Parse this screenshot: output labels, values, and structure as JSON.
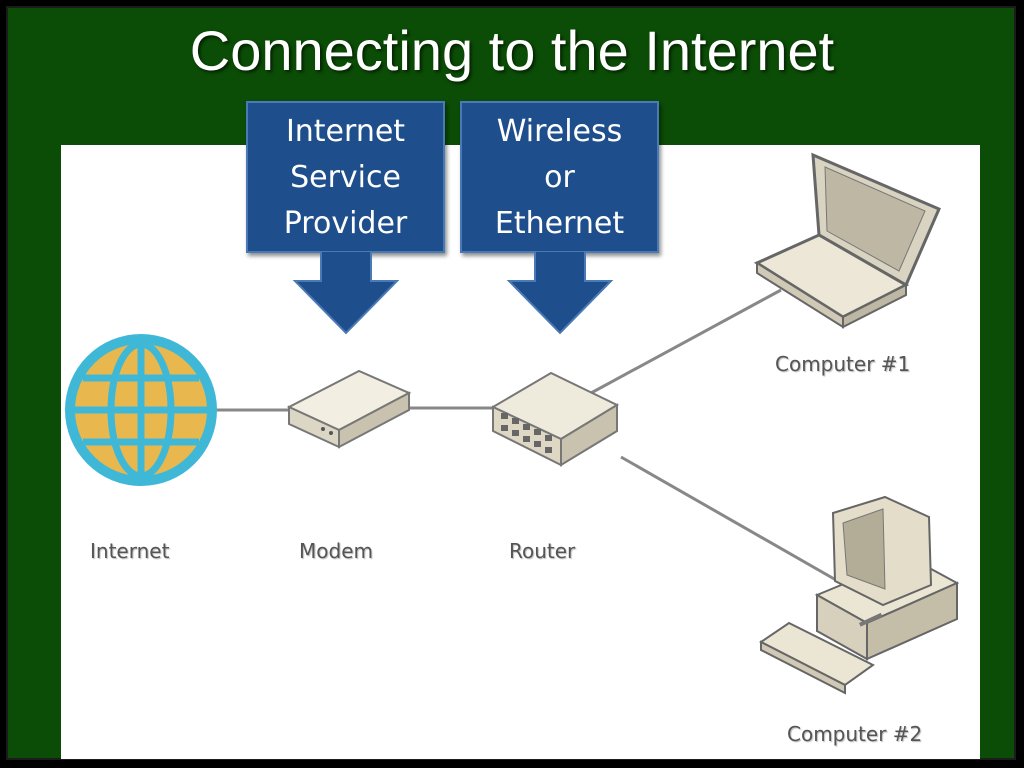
{
  "title": "Connecting to the Internet",
  "callouts": {
    "isp": [
      "Internet",
      "Service",
      "Provider"
    ],
    "link": [
      "Wireless",
      "or",
      "Ethernet"
    ]
  },
  "nodes": {
    "internet": "Internet",
    "modem": "Modem",
    "router": "Router",
    "computer1": "Computer #1",
    "computer2": "Computer #2"
  },
  "colors": {
    "slide_bg": "#0b4d06",
    "callout_fill": "#1f4e8c",
    "globe": "#3fb8d8",
    "globe_land": "#e8b84e"
  }
}
